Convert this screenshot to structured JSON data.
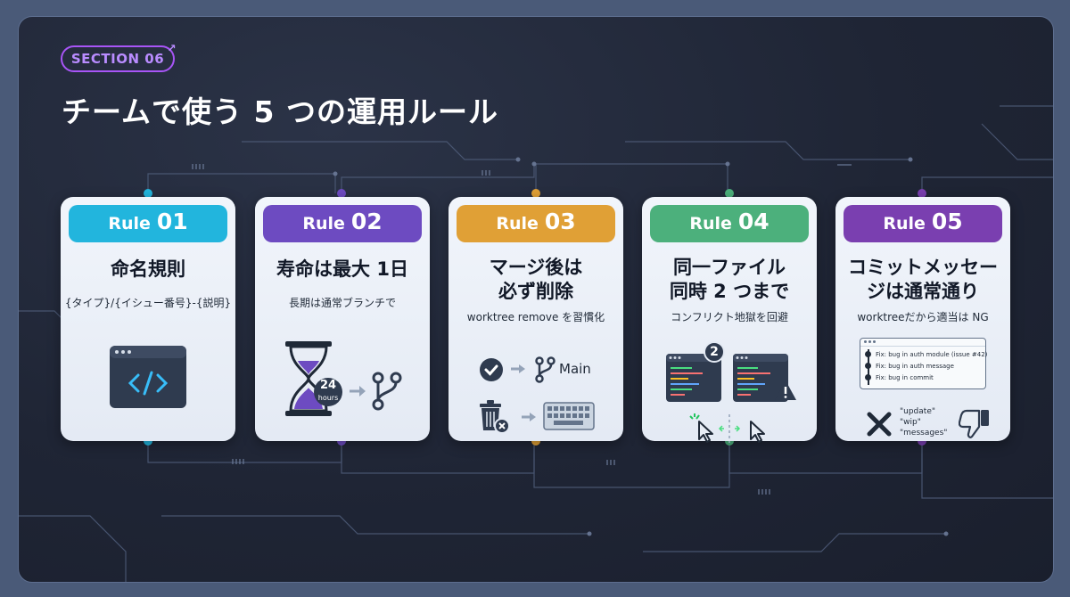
{
  "section_badge": "SECTION 06",
  "title": "チームで使う 5 つの運用ルール",
  "rules": [
    {
      "label": "Rule",
      "number": "01",
      "color": "#22b5dd",
      "title_lines": [
        "命名規則"
      ],
      "subtitle": "{タイプ}/{イシュー番号}-{説明}",
      "icon": "code-window-icon"
    },
    {
      "label": "Rule",
      "number": "02",
      "color": "#6d4bc1",
      "title_lines": [
        "寿命は最大 1日"
      ],
      "subtitle": "長期は通常ブランチで",
      "icon": "hourglass-icon",
      "hourglass_number": "24",
      "hourglass_unit": "hours"
    },
    {
      "label": "Rule",
      "number": "03",
      "color": "#e0a036",
      "title_lines": [
        "マージ後は",
        "必ず削除"
      ],
      "subtitle": "worktree remove を習慣化",
      "icon": "trash-icon",
      "branch_label": "Main"
    },
    {
      "label": "Rule",
      "number": "04",
      "color": "#4cb07c",
      "title_lines": [
        "同一ファイル",
        "同時 2 つまで"
      ],
      "subtitle": "コンフリクト地獄を回避",
      "icon": "two-windows-icon",
      "count_badge": "2"
    },
    {
      "label": "Rule",
      "number": "05",
      "color": "#7a3fb0",
      "title_lines": [
        "コミットメッセー",
        "ジは通常通り"
      ],
      "subtitle": "worktreeだから適当は NG",
      "icon": "commit-log-icon",
      "commits": [
        "Fix: bug in auth module (issue #42)",
        "Fix: bug in auth message",
        "Fix: bug in commit"
      ],
      "bad_messages": [
        "\"update\"",
        "\"wip\"",
        "\"messages\""
      ]
    }
  ]
}
